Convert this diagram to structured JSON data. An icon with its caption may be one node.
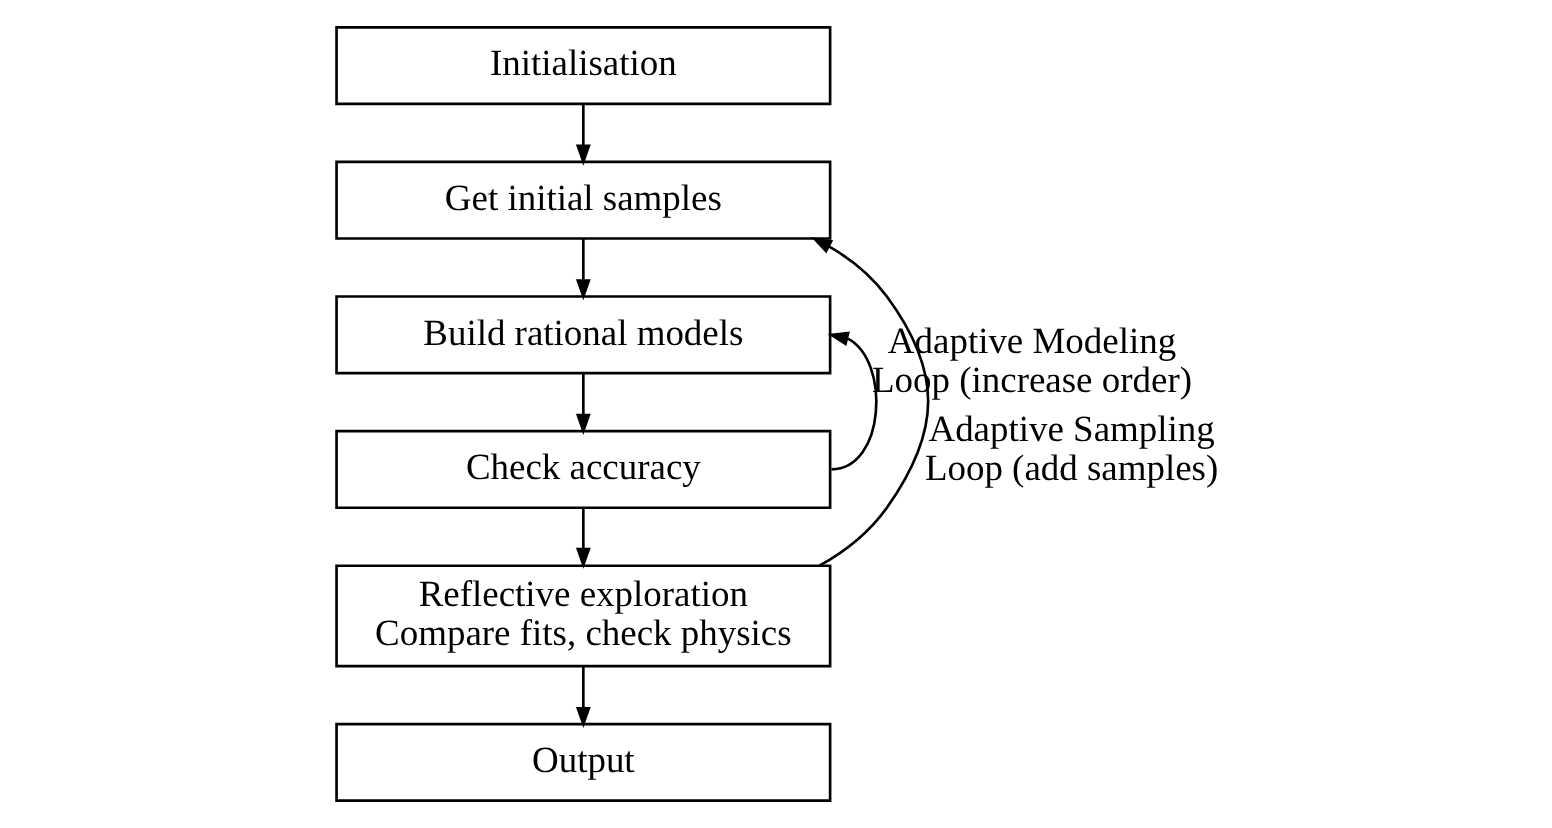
{
  "diagram": {
    "nodes": [
      {
        "text": [
          "Initialisation"
        ]
      },
      {
        "text": [
          "Get initial samples"
        ]
      },
      {
        "text": [
          "Build rational models"
        ]
      },
      {
        "text": [
          "Check accuracy"
        ]
      },
      {
        "text": [
          "Reflective exploration",
          "Compare fits, check physics"
        ]
      },
      {
        "text": [
          "Output"
        ]
      }
    ],
    "edges": [
      {
        "from": 0,
        "to": 1,
        "arrow": "to"
      },
      {
        "from": 1,
        "to": 2,
        "arrow": "to"
      },
      {
        "from": 2,
        "to": 3,
        "arrow": "to"
      },
      {
        "from": 3,
        "to": 2,
        "arrow": "to",
        "label": "Adaptive Modeling Loop (increase order)"
      },
      {
        "from": 3,
        "to": 4,
        "arrow": "to"
      },
      {
        "from": 4,
        "to": 1,
        "arrow": "to",
        "label": "Adaptive Sampling Loop (add samples)"
      },
      {
        "from": 4,
        "to": 5,
        "arrow": "to"
      }
    ]
  }
}
